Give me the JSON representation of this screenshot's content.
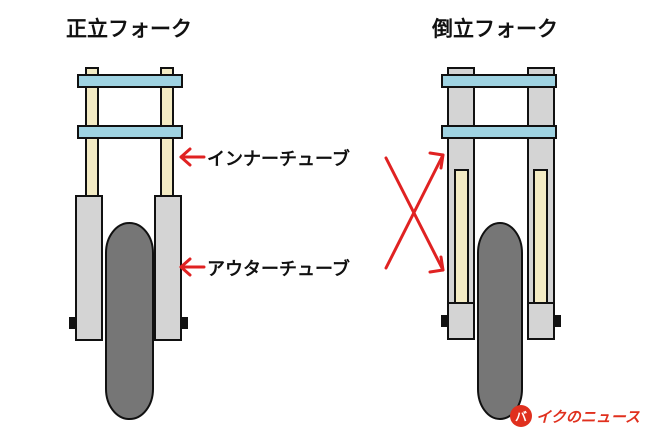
{
  "titles": {
    "left": "正立フォーク",
    "right": "倒立フォーク"
  },
  "labels": {
    "inner_tube": "インナーチューブ",
    "outer_tube": "アウターチューブ"
  },
  "logo": {
    "mark": "バ",
    "text": "イクのニュース"
  },
  "colors": {
    "inner_tube": "#f3ebc4",
    "outer_tube": "#d4d4d4",
    "bracket": "#9fd3e2",
    "wheel": "#767676",
    "arrow": "#e02222",
    "outline": "#111111",
    "logo": "#e0301e"
  }
}
